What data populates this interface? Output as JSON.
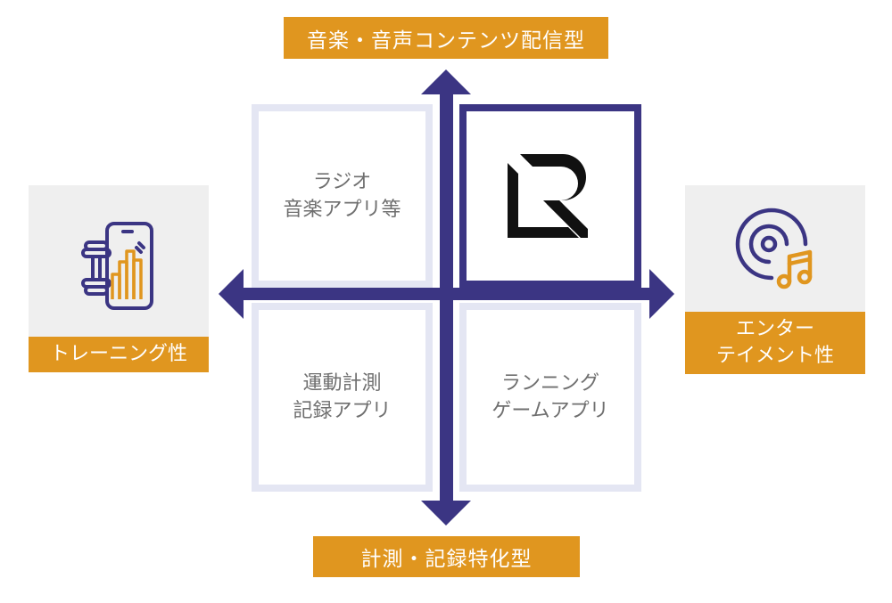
{
  "axes": {
    "top_label": "音楽・音声コンテンツ配信型",
    "bottom_label": "計測・記録特化型",
    "left_label": "トレーニング性",
    "right_label_line1": "エンター",
    "right_label_line2": "テイメント性"
  },
  "quadrants": {
    "top_left": {
      "line1": "ラジオ",
      "line2": "音楽アプリ等"
    },
    "top_right": {
      "logo": "LR-logo"
    },
    "bottom_left": {
      "line1": "運動計測",
      "line2": "記録アプリ"
    },
    "bottom_right": {
      "line1": "ランニング",
      "line2": "ゲームアプリ"
    }
  },
  "icons": {
    "left": "dumbbell-phone-chart-icon",
    "right": "disc-music-note-icon"
  },
  "colors": {
    "axis": "#3b3583",
    "accent": "#e0961f",
    "quad_border": "#e4e6f3",
    "panel_bg": "#efefef"
  }
}
